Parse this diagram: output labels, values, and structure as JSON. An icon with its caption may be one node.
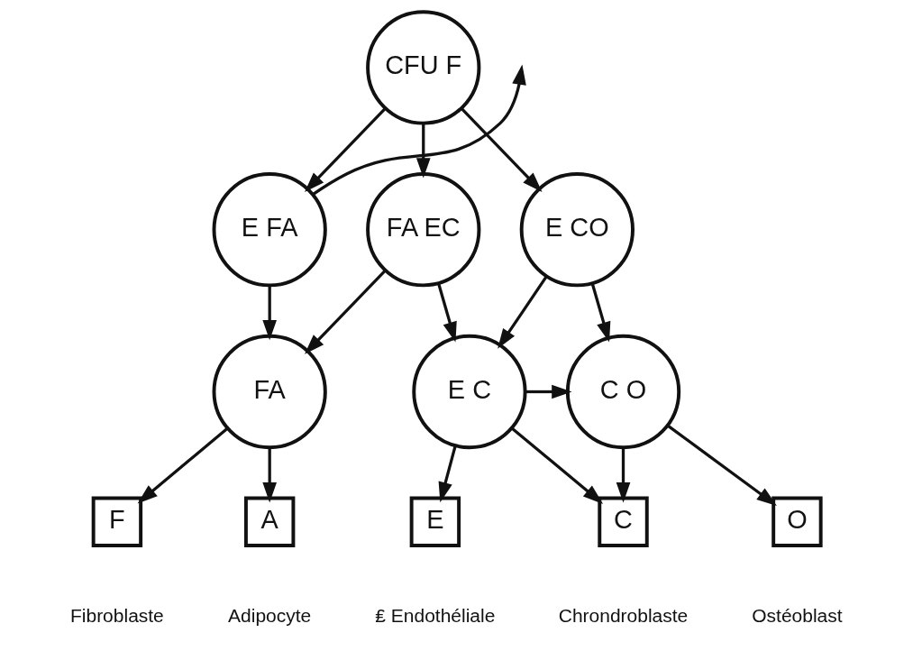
{
  "diagram": {
    "nodes": [
      {
        "text": [
          "CFU F"
        ]
      },
      {
        "text": [
          "E FA"
        ]
      },
      {
        "text": [
          "FA EC"
        ]
      },
      {
        "text": [
          "E CO"
        ]
      },
      {
        "text": [
          "FA"
        ]
      },
      {
        "text": [
          "E C"
        ]
      },
      {
        "text": [
          "C O"
        ]
      },
      {
        "text": [
          "F"
        ],
        "beside": [
          "Fibroblaste"
        ]
      },
      {
        "text": [
          "A"
        ],
        "beside": [
          "Adipocyte"
        ]
      },
      {
        "text": [
          "E"
        ],
        "beside": [
          "₤ Endothéliale"
        ]
      },
      {
        "text": [
          "C"
        ],
        "beside": [
          "Chrondroblaste"
        ]
      },
      {
        "text": [
          "O"
        ],
        "beside": [
          "Ostéoblast"
        ]
      }
    ],
    "edges": [
      {
        "from": 0,
        "to": 1,
        "arrow": "to"
      },
      {
        "from": 0,
        "to": 2,
        "arrow": "to"
      },
      {
        "from": 0,
        "to": 3,
        "arrow": "to"
      },
      {
        "from": 1,
        "to": null,
        "arrow": "to"
      },
      {
        "from": 1,
        "to": 4,
        "arrow": "to"
      },
      {
        "from": 2,
        "to": 4,
        "arrow": "to"
      },
      {
        "from": 2,
        "to": 5,
        "arrow": "to"
      },
      {
        "from": 3,
        "to": 5,
        "arrow": "to"
      },
      {
        "from": 3,
        "to": 6,
        "arrow": "to"
      },
      {
        "from": 5,
        "to": 6,
        "arrow": "to"
      },
      {
        "from": 4,
        "to": 7,
        "arrow": "to"
      },
      {
        "from": 4,
        "to": 8,
        "arrow": "to"
      },
      {
        "from": 5,
        "to": 9,
        "arrow": "to"
      },
      {
        "from": 5,
        "to": 10,
        "arrow": "to"
      },
      {
        "from": 6,
        "to": 10,
        "arrow": "to"
      },
      {
        "from": 6,
        "to": 11,
        "arrow": "to"
      }
    ]
  }
}
